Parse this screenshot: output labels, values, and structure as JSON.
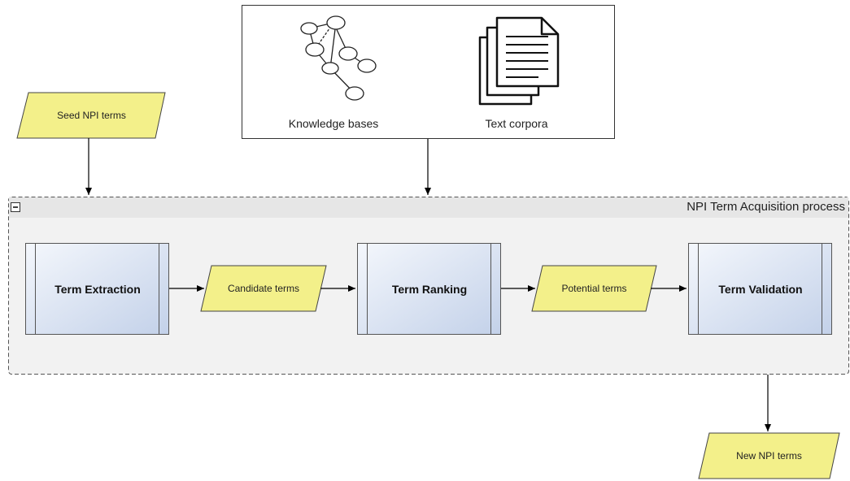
{
  "sources": {
    "knowledge_bases": "Knowledge bases",
    "text_corpora": "Text corpora"
  },
  "inputs": {
    "seed": "Seed NPI terms"
  },
  "group": {
    "title": "NPI Term Acquisition process",
    "collapse_symbol": "−"
  },
  "steps": {
    "extraction": "Term Extraction",
    "candidate": "Candidate terms",
    "ranking": "Term Ranking",
    "potential": "Potential terms",
    "validation": "Term Validation"
  },
  "outputs": {
    "new_terms": "New NPI terms"
  },
  "colors": {
    "data_fill": "#f3f08a",
    "process_fill_top": "#f4f7fc",
    "process_fill_bottom": "#c5d3ea",
    "group_fill": "#f2f2f2",
    "group_header": "#e6e6e6"
  }
}
